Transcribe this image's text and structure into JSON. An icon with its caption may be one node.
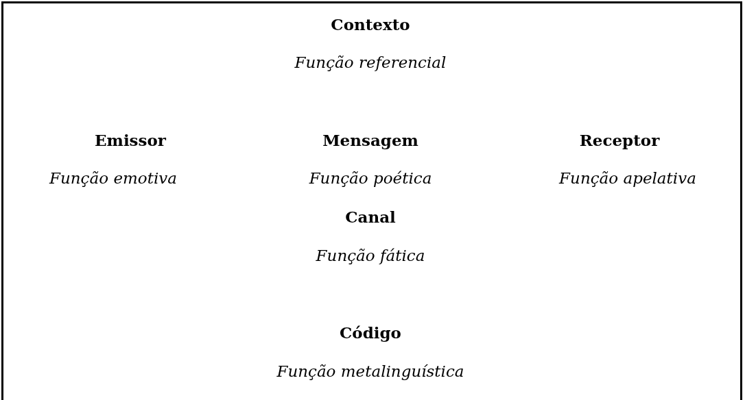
{
  "diagram": {
    "labels": [
      "Contexto",
      "Função referencial",
      "Emissor",
      "Função emotiva",
      "Mensagem",
      "Função poética",
      "Receptor",
      "Função apelativa",
      "Canal",
      "Função fática",
      "Código",
      "Função metalinguística"
    ]
  }
}
